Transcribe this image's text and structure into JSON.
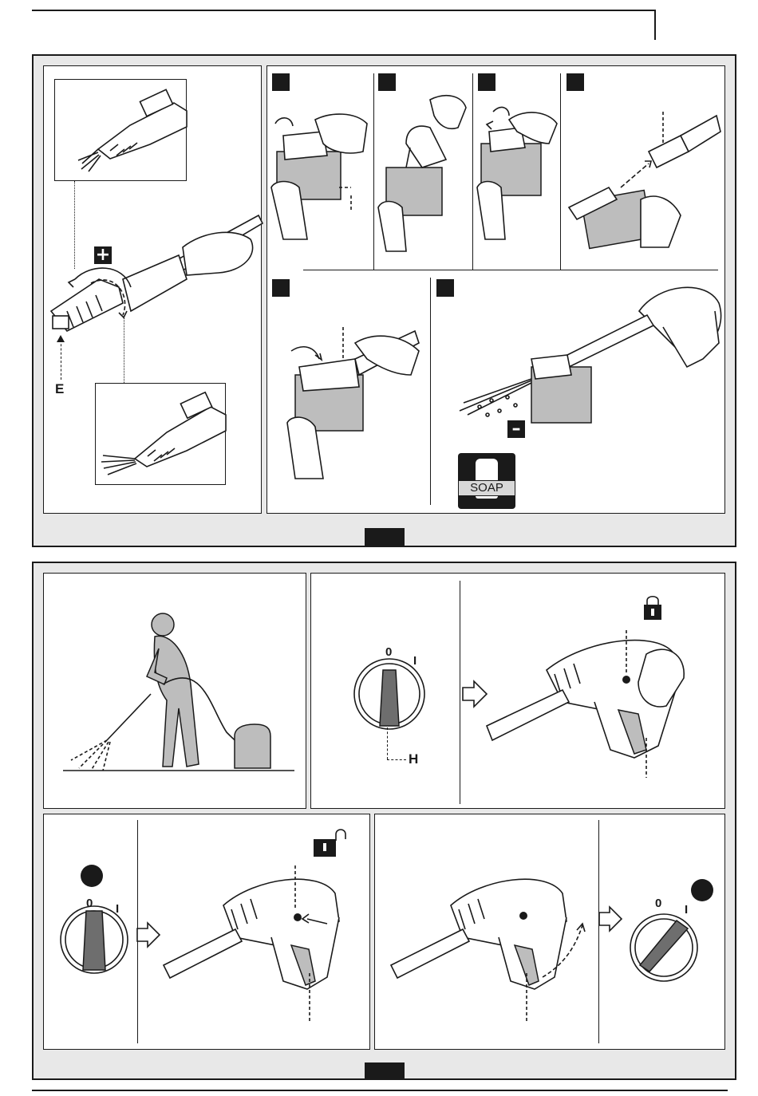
{
  "top_panel": {
    "nozzle_adjust": {
      "plus_symbol": "+",
      "point_label": "E"
    },
    "soap": {
      "minus_symbol": "–",
      "soap_label": "SOAP"
    }
  },
  "bottom_panel": {
    "switch": {
      "zero_label": "0",
      "one_label": "I",
      "handle_label": "H"
    },
    "step_unlock": {
      "zero_label": "0",
      "one_label": "I"
    },
    "step_release": {
      "zero_label": "0",
      "one_label": "I"
    }
  },
  "icons": [
    "lock-icon",
    "unlock-icon",
    "soap-bottle-icon",
    "arrow-icon",
    "dial-icon"
  ]
}
